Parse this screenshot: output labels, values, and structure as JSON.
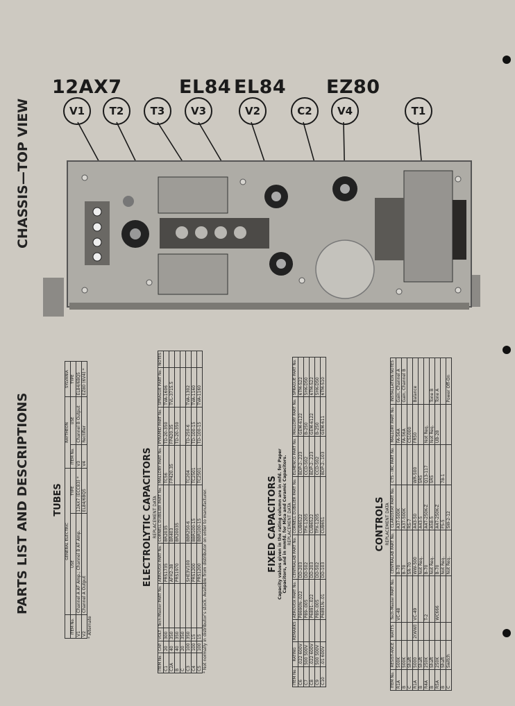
{
  "chassis": {
    "title": "CHASSIS—TOP VIEW",
    "tube_labels": [
      "12AX7",
      "EL84",
      "EL84",
      "EZ80"
    ],
    "callouts": [
      "V1",
      "T2",
      "T3",
      "V3",
      "V2",
      "C2",
      "V4",
      "T1"
    ]
  },
  "parts": {
    "title": "PARTS LIST AND DESCRIPTIONS",
    "tubes": {
      "title": "TUBES",
      "brands": [
        "GENERAL ELECTRIC",
        "RAYTHEON",
        "SYLVANIA"
      ],
      "headers": [
        "ITEM No.",
        "USE",
        "TYPE",
        "ITEM No.",
        "USE",
        "TYPE"
      ],
      "rows": [
        [
          "V1",
          "Channel A AF Amp.; Channel B AF Amp.",
          "12AX7 (ECC83) *",
          "V3",
          "Channel B Output",
          "EL84/6BQ5"
        ],
        [
          "V2",
          "Channel A Output",
          "EL84/6BQ5",
          "V4",
          "Rectifier",
          "EZ80 (6V4) *"
        ]
      ],
      "note": "* Alternate"
    },
    "electrolytic": {
      "title": "ELECTROLYTIC CAPACITORS",
      "subtitle": "REPLACEMENT DATA",
      "headers": [
        "ITEM No.",
        "CAP.",
        "VOLT",
        "Tech-Master PART No.",
        "AEROVOX PART No.",
        "CORNELL DUBILIER PART No.",
        "MALLORY PART No.",
        "PYRAMID PART No.",
        "SPRAGUE PART No.",
        "NOTES"
      ],
      "rows": [
        [
          "C1",
          "20",
          "300",
          "",
          "PRS1735",
          "BR2035",
          "TC56",
          "TD-20-350",
          "TVA-1606",
          ""
        ],
        [
          "C2A",
          "40",
          "350",
          "",
          "AFH2-38",
          "BR403",
          "FP420.35",
          "FP420.35",
          "TVL-3715.5",
          ""
        ],
        [
          "B",
          "40",
          "350",
          "",
          "PRS1970",
          "BR20035",
          "",
          "TD-20-350",
          "",
          ""
        ],
        [
          "C",
          "20",
          "350",
          "",
          "",
          "",
          "",
          "",
          "",
          ""
        ],
        [
          "C3",
          "100",
          "350",
          "",
          "SHE3V100",
          "BBR250-6",
          "TC204",
          "TD-250-6",
          "TVA-1302",
          ""
        ],
        [
          "C4",
          "100",
          "15",
          "",
          "PRS1200",
          "BBR100-15",
          "TC2501",
          "TD-100-15",
          "TVA-1160",
          ""
        ],
        [
          "C5",
          "100",
          "15",
          "",
          "PRS1200",
          "BBR100-15",
          "TC2501",
          "TD-100-15",
          "TVA-1160",
          ""
        ]
      ],
      "note": "* Not normally in distributor's stock. Available from distributor on order to manufacturer."
    },
    "fixed": {
      "title": "FIXED CAPACITORS",
      "note1": "Capacity values given in the rating column are in mfd. for Paper",
      "note2": "Capacitors, and in mmfd. for Mica and Ceramic Capacitors.",
      "subtitle": "REPLACEMENT DATA",
      "headers": [
        "ITEM No.",
        "RATING",
        "REMARKS",
        "AEROVOX PART No.",
        "CENTRALAB PART No.",
        "CORNELL DUBILIER PART No.",
        "ELMENCO PART No.",
        "MALLORY PART No.",
        "SPRAGUE PART No."
      ],
      "rows": [
        [
          "C6",
          ".022 600V",
          "",
          "P8690N-.022",
          "DD-203",
          "CUB6S22",
          "BDP-2-.223",
          "GEM-6122",
          "6TM-S22"
        ],
        [
          "C7",
          "500 500V",
          "",
          "P89-.005",
          "DD-502",
          "TPX-1205",
          "CCD-502",
          "B-250",
          "5HK-D50"
        ],
        [
          "C8",
          ".022 600V",
          "",
          "P6891-.022",
          "DD-203",
          "CUB6S22",
          "BDP-2-.223",
          "GEM-6122",
          "6TM-S22"
        ],
        [
          "C9",
          "500 500V",
          "",
          "P89-.005",
          "DD-502",
          "TPX-1205",
          "CCD-502",
          "B-250",
          "5HK-D50"
        ],
        [
          "C10",
          ".01 600V",
          "",
          "P6891N-.01",
          "DD-103",
          "CUB6S1",
          "BDP-2-.103",
          "GEM-611",
          "6TM-S10"
        ]
      ]
    },
    "controls": {
      "title": "CONTROLS",
      "subtitle": "REPLACEMENT DATA",
      "headers": [
        "ITEM No.",
        "RESIST-ANCE",
        "WATTS",
        "Tech-Master PART No.",
        "CENTRALAB PART No.",
        "CLAROSTAT PART No.",
        "CTS - IRC PART No.",
        "MALLORY PART No.",
        "INSTALLATION NOTES"
      ],
      "rows": [
        [
          "R1A",
          "500K",
          "",
          "VC-48",
          "B-70",
          "A37-500K",
          "",
          "FA-56A",
          "Gain, Channel A"
        ],
        [
          "B",
          "500K",
          "",
          "",
          "B-70",
          "A37-500K",
          "",
          "FA-56A",
          "Gain, Channel B"
        ],
        [
          "C",
          "Shaft",
          "",
          "",
          "SR-70",
          "RS-7",
          "",
          "CS1000",
          ""
        ],
        [
          "R1A",
          "5000",
          "2(WW)",
          "VC-49",
          "WW-500",
          "A43-50",
          "WR-500",
          "FR50",
          "Balance"
        ],
        [
          "B",
          "Shaft",
          "",
          "",
          "Not Req.",
          "A43-5",
          "SR5",
          "",
          ""
        ],
        [
          "R4A",
          "250K",
          "",
          "T-2",
          "B-70",
          "A47-250K-Z",
          "Q13-117",
          "Not Req.",
          ""
        ],
        [
          "B",
          "Shaft",
          "",
          "",
          "Not Req.",
          "A58-5",
          "SR5",
          "Not Req.",
          "Tone B"
        ],
        [
          "R5A",
          "250K",
          "",
          "WC666",
          "B-70",
          "A47-250K-Z",
          "",
          "UB-28",
          "Tone A"
        ],
        [
          "B",
          "Shaft",
          "",
          "",
          "Not Req.",
          "FS-5",
          "78-1",
          "",
          ""
        ],
        [
          "C",
          "Switch",
          "",
          "",
          "Not Req.",
          "SW-2-12",
          "",
          "",
          "Power Off-On"
        ]
      ]
    }
  }
}
